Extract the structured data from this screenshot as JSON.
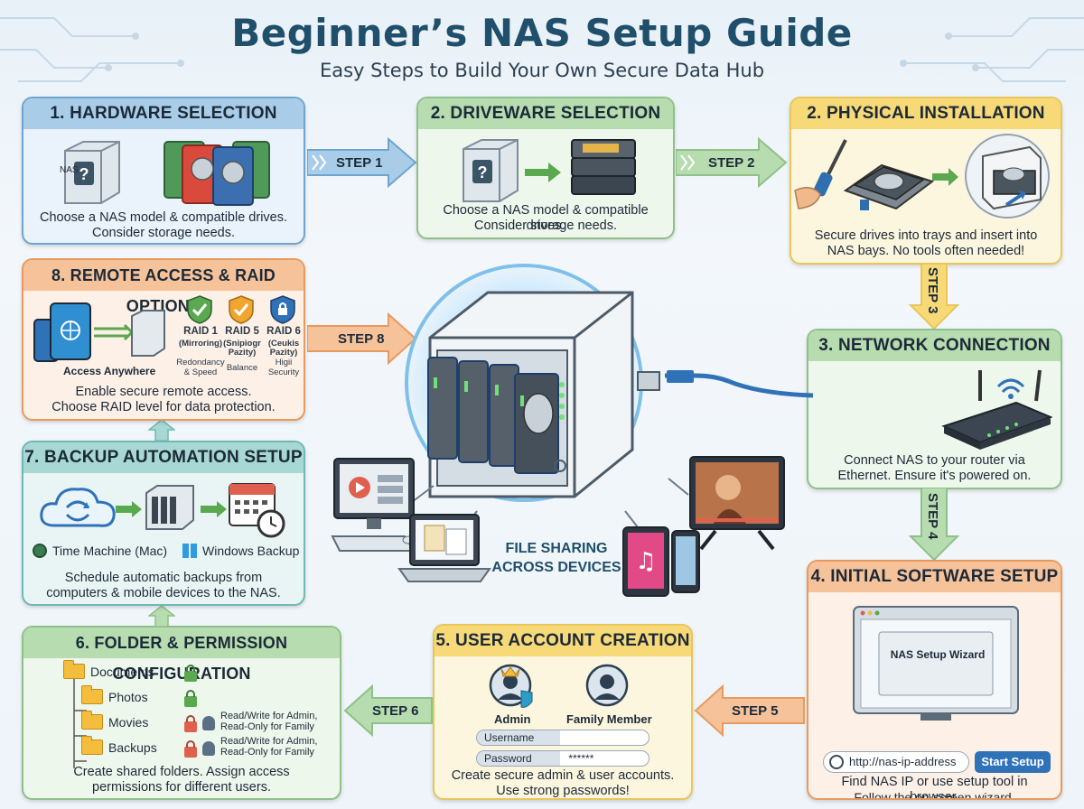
{
  "header": {
    "title": "Beginner’s NAS Setup Guide",
    "subtitle": "Easy Steps to Build Your Own Secure Data Hub"
  },
  "cards": {
    "hardware": {
      "title": "1. HARDWARE SELECTION",
      "desc1": "Choose a NAS model & compatible drives.",
      "desc2": "Consider storage needs.",
      "nas_label": "NAS"
    },
    "driveware": {
      "title": "2. DRIVEWARE  SELECTION",
      "desc1": "Choose a NAS model & compatible drives.",
      "desc2": "Consider storage needs."
    },
    "physical": {
      "title": "2. PHYSICAL INSTALLATION",
      "desc1": "Secure drives into trays and insert into",
      "desc2": "NAS bays. No tools often needed!"
    },
    "network": {
      "title": "3. NETWORK CONNECTION",
      "desc1": "Connect NAS to your router via",
      "desc2": "Ethernet. Ensure it's powered on."
    },
    "software": {
      "title": "4. INITIAL SOFTWARE SETUP",
      "wizard_label": "NAS Setup Wizard",
      "url": "http://nas-ip-address",
      "button": "Start Setup",
      "desc1": "Find NAS IP or use setup tool in browser.",
      "desc2": "Follow the on-screen wizard."
    },
    "users": {
      "title": "5. USER ACCOUNT CREATION",
      "admin_label": "Admin",
      "family_label": "Family Member",
      "username_label": "Username",
      "password_label": "Password",
      "password_value": "******",
      "desc1": "Create secure admin & user accounts.",
      "desc2": "Use strong passwords!"
    },
    "folders": {
      "title": "6. FOLDER & PERMISSION CONFIGURATION",
      "items": [
        "Documents",
        "Photos",
        "Movies",
        "Backups"
      ],
      "perm1": "Read/Write for Admin,",
      "perm2": "Read-Only for Family",
      "desc1": "Create shared folders. Assign access",
      "desc2": "permissions for different users."
    },
    "backup": {
      "title": "7. BACKUP AUTOMATION SETUP",
      "mac_label": "Time Machine (Mac)",
      "win_label": "Windows Backup",
      "desc1": "Schedule automatic backups from",
      "desc2": "computers & mobile devices to the NAS."
    },
    "remote": {
      "title": "8. REMOTE ACCESS & RAID OPTIONS",
      "access_label": "Access Anywhere",
      "raid1_title": "RAID 1",
      "raid1_sub": "(Mirroring)",
      "raid1_note1": "Redondancy",
      "raid1_note2": "& Speed",
      "raid5_title": "RAID 5",
      "raid5_sub1": "(Snipiogr",
      "raid5_sub2": "Pazity)",
      "raid5_note": "Balance",
      "raid6_title": "RAID 6",
      "raid6_sub1": "(Ceukis",
      "raid6_sub2": "Pazity)",
      "raid6_note1": "Higii",
      "raid6_note2": "Security",
      "desc1": "Enable secure remote access.",
      "desc2": "Choose RAID level for data protection."
    }
  },
  "steps": {
    "s1": "STEP 1",
    "s2": "STEP 2",
    "s3": "STEP 3",
    "s4": "STEP 4",
    "s5": "STEP 5",
    "s6": "STEP 6",
    "s8": "STEP 8"
  },
  "center": {
    "sharing1": "FILE SHARING",
    "sharing2": "ACROSS DEVICES"
  },
  "colors": {
    "blue": "#a9cde8",
    "green": "#b7dcb0",
    "yellow": "#f7d978",
    "orange": "#f6c29a",
    "teal": "#a8d8d4",
    "title": "#1f4f6b"
  }
}
